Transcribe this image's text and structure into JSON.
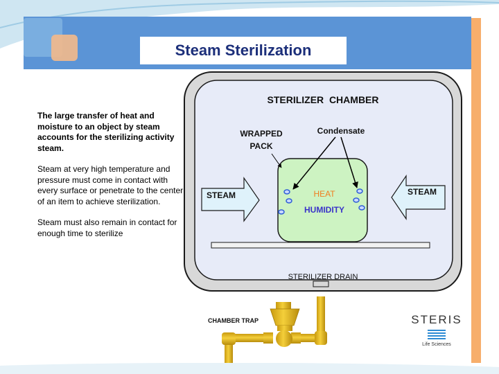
{
  "slide": {
    "title": "Steam Sterilization",
    "paragraphs": [
      "The large transfer of heat and moisture to an object by steam accounts for the sterilizing activity steam.",
      "Steam at very high temperature and pressure must come in contact with every surface or penetrate to the center of an item to achieve sterilization.",
      "Steam must also remain in contact for enough time to sterilize"
    ]
  },
  "diagram": {
    "chamber_label": "STERILIZER  CHAMBER",
    "wrapped_pack_line1": "WRAPPED",
    "wrapped_pack_line2": "PACK",
    "condensate_label": "Condensate",
    "heat_label": "HEAT",
    "humidity_label": "HUMIDITY",
    "steam_left_label": "STEAM",
    "steam_right_label": "STEAM",
    "drain_label": "STERILIZER DRAIN",
    "trap_label": "CHAMBER TRAP"
  },
  "logo": {
    "name": "STERIS",
    "tagline": "Life Sciences"
  },
  "colors": {
    "header": "#5b94d6",
    "title": "#1c2f7a",
    "pack_fill": "#cdf3c2",
    "arrow_fill": "#dff2fb",
    "pipe": "#e6b821",
    "heat": "#f07d20",
    "humidity": "#3a33c9",
    "bubbles": "#2f5fd6",
    "accent_bar": "#f7ae6b"
  }
}
